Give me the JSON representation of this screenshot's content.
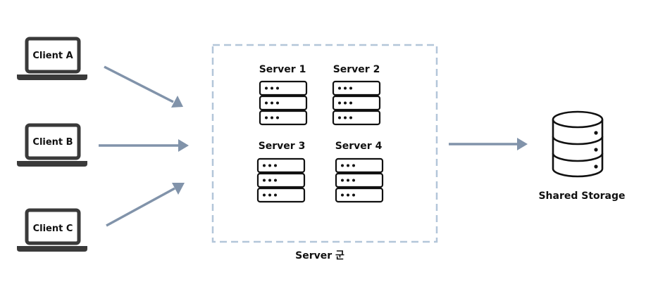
{
  "clients": [
    {
      "label": "Client A"
    },
    {
      "label": "Client B"
    },
    {
      "label": "Client C"
    }
  ],
  "servers": [
    {
      "label": "Server 1"
    },
    {
      "label": "Server 2"
    },
    {
      "label": "Server 3"
    },
    {
      "label": "Server 4"
    }
  ],
  "cluster": {
    "label": "Server 군"
  },
  "storage": {
    "label": "Shared Storage"
  },
  "colors": {
    "arrow": "#8193aa",
    "cluster_border": "#b3c6d9",
    "icon": "#111111",
    "laptop": "#3a3a3a"
  }
}
